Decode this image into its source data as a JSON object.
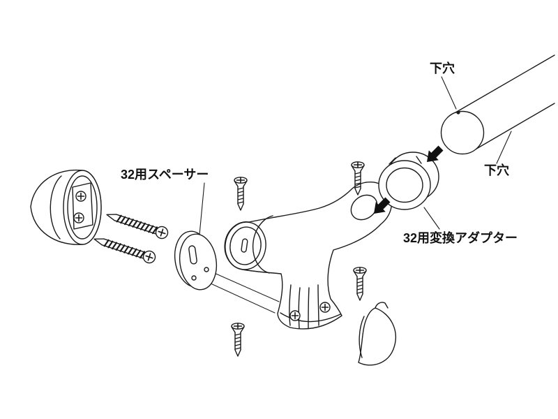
{
  "diagram": {
    "type": "exploded-assembly-drawing",
    "colors": {
      "background": "#ffffff",
      "line": "#1a1a1a",
      "arrow_fill": "#111111"
    },
    "labels": {
      "pilot_hole_top": "下穴",
      "pilot_hole_side": "下穴",
      "spacer": "32用スペーサー",
      "adapter": "32用変換アダプター"
    }
  }
}
